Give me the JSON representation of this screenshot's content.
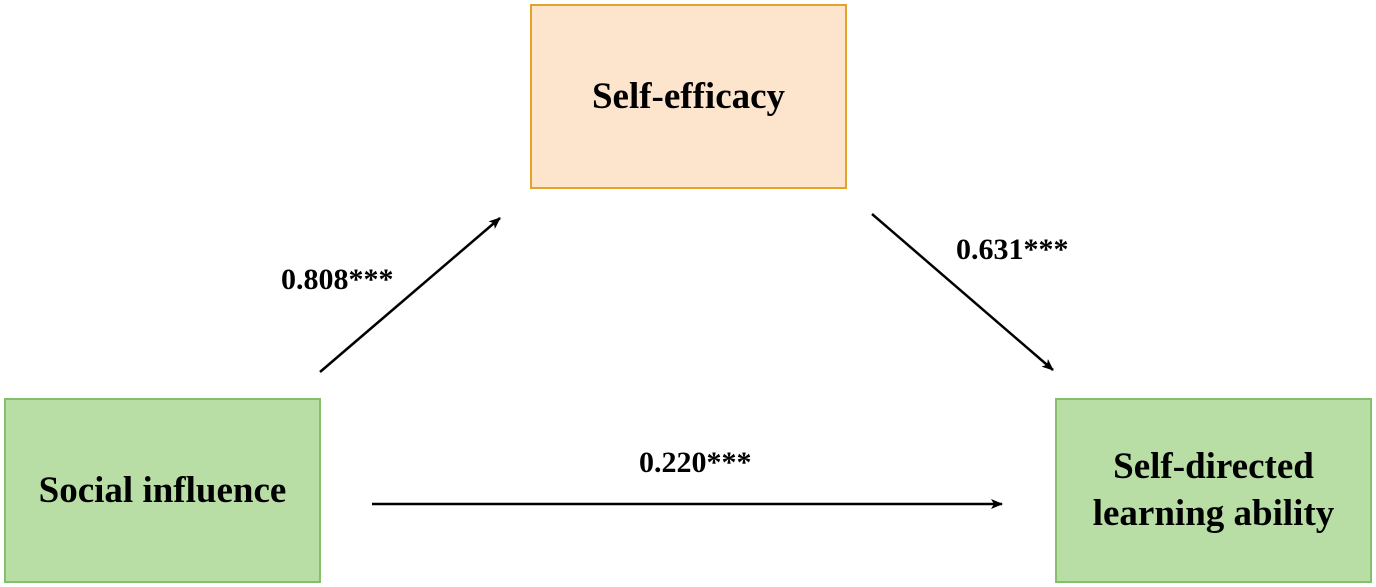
{
  "nodes": {
    "mediator": {
      "label": "Self-efficacy",
      "fill": "#fde4cd",
      "border": "#e3a22a"
    },
    "independent": {
      "label": "Social influence",
      "fill": "#b8dea6",
      "border": "#85bf6e"
    },
    "dependent": {
      "label_line1": "Self-directed",
      "label_line2": "learning ability",
      "fill": "#b8dea6",
      "border": "#85bf6e"
    }
  },
  "paths": {
    "a": {
      "from": "Social influence",
      "to": "Self-efficacy",
      "coefficient": "0.808***"
    },
    "b": {
      "from": "Self-efficacy",
      "to": "Self-directed learning ability",
      "coefficient": "0.631***"
    },
    "c": {
      "from": "Social influence",
      "to": "Self-directed learning ability",
      "coefficient": "0.220***"
    }
  },
  "colors": {
    "arrow": "#000000",
    "text": "#000000"
  }
}
